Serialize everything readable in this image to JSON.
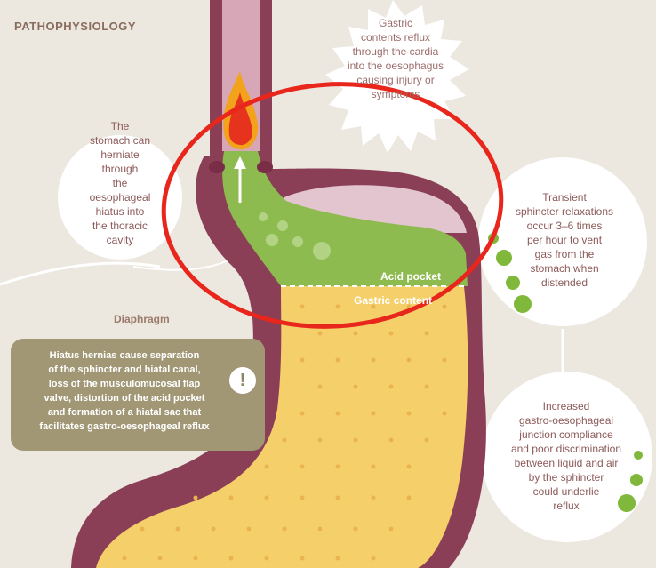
{
  "title": "PATHOPHYSIOLOGY",
  "labels": {
    "acid_pocket": "Acid pocket",
    "gastric_contents": "Gastric content",
    "diaphragm": "Diaphragm"
  },
  "callouts": {
    "reflux": "Gastric\ncontents reflux\nthrough the cardia\ninto the oesophagus\ncausing injury or\nsymptoms",
    "herniate": "The\nstomach can\nherniate\nthrough\nthe\noesophageal\nhiatus into\nthe thoracic\ncavity",
    "transient": "Transient\nsphincter relaxations\noccur 3–6 times\nper hour to vent\ngas from the\nstomach when\ndistended",
    "compliance": "Increased\ngastro-oesophageal\njunction compliance\nand poor discrimination\nbetween liquid and air\nby the sphincter\ncould underlie\nreflux"
  },
  "note": {
    "text": "Hiatus hernias cause separation\nof the sphincter and hiatal canal,\nloss of the musculomucosal flap\nvalve, distortion of the acid pocket\nand formation of a hiatal sac that\nfacilitates gastro-oesophageal reflux",
    "icon": "!"
  },
  "colors": {
    "background": "#ece7df",
    "stomach_wall": "#8a3f56",
    "acid_pocket": "#8dbb4f",
    "gastric_contents": "#f4cf6a",
    "highlight_circle": "#e8261c",
    "note_box": "#a19775"
  }
}
